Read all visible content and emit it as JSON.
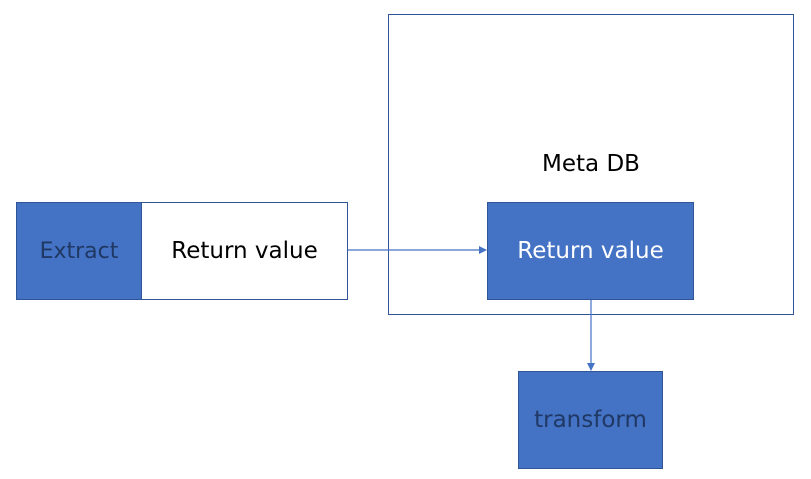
{
  "diagram": {
    "nodes": {
      "extract": {
        "label": "Extract"
      },
      "return_value_source": {
        "label": "Return value"
      },
      "meta_db": {
        "label": "Meta DB"
      },
      "return_value_db": {
        "label": "Return value"
      },
      "transform": {
        "label": "transform"
      }
    },
    "edges": [
      {
        "from": "return_value_source",
        "to": "return_value_db"
      },
      {
        "from": "return_value_db",
        "to": "transform"
      }
    ],
    "colors": {
      "fill": "#4472c4",
      "stroke": "#2f5597",
      "dark_text": "#1f3864",
      "light_text": "#ffffff"
    }
  }
}
